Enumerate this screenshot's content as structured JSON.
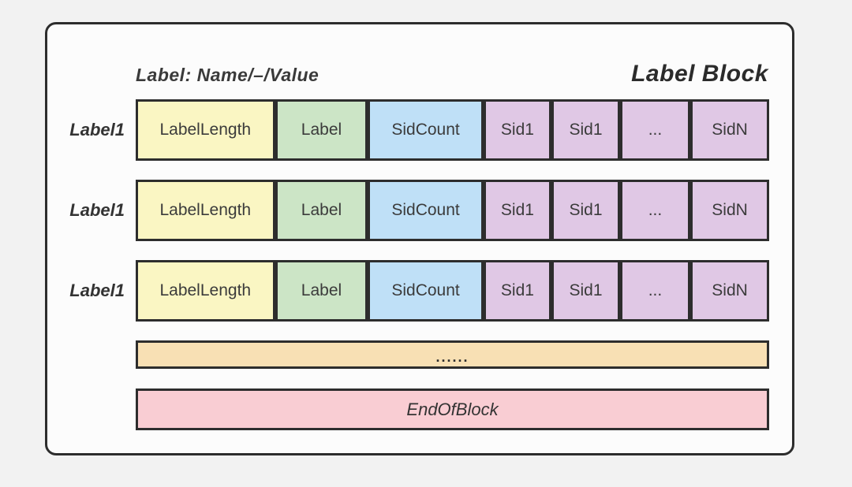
{
  "header": {
    "field_spec": "Label: Name/–/Value",
    "title": "Label Block"
  },
  "rows": [
    {
      "label": "Label1",
      "segments": [
        {
          "text": "LabelLength"
        },
        {
          "text": "Label"
        },
        {
          "text": "SidCount"
        },
        {
          "text": "Sid1"
        },
        {
          "text": "Sid1"
        },
        {
          "text": "..."
        },
        {
          "text": "SidN"
        }
      ]
    },
    {
      "label": "Label1",
      "segments": [
        {
          "text": "LabelLength"
        },
        {
          "text": "Label"
        },
        {
          "text": "SidCount"
        },
        {
          "text": "Sid1"
        },
        {
          "text": "Sid1"
        },
        {
          "text": "..."
        },
        {
          "text": "SidN"
        }
      ]
    },
    {
      "label": "Label1",
      "segments": [
        {
          "text": "LabelLength"
        },
        {
          "text": "Label"
        },
        {
          "text": "SidCount"
        },
        {
          "text": "Sid1"
        },
        {
          "text": "Sid1"
        },
        {
          "text": "..."
        },
        {
          "text": "SidN"
        }
      ]
    }
  ],
  "ellipsis_bar": {
    "text": "......"
  },
  "end_bar": {
    "text": "EndOfBlock"
  },
  "colors": {
    "yellow": "#faf6c3",
    "green": "#cce5c6",
    "blue": "#bfe0f7",
    "purple": "#e0c8e5",
    "tan": "#f8e0b4",
    "pink": "#f9cdd3",
    "border": "#2d2d2d",
    "card_bg": "#fcfcfc",
    "page_bg": "#f2f2f2"
  }
}
